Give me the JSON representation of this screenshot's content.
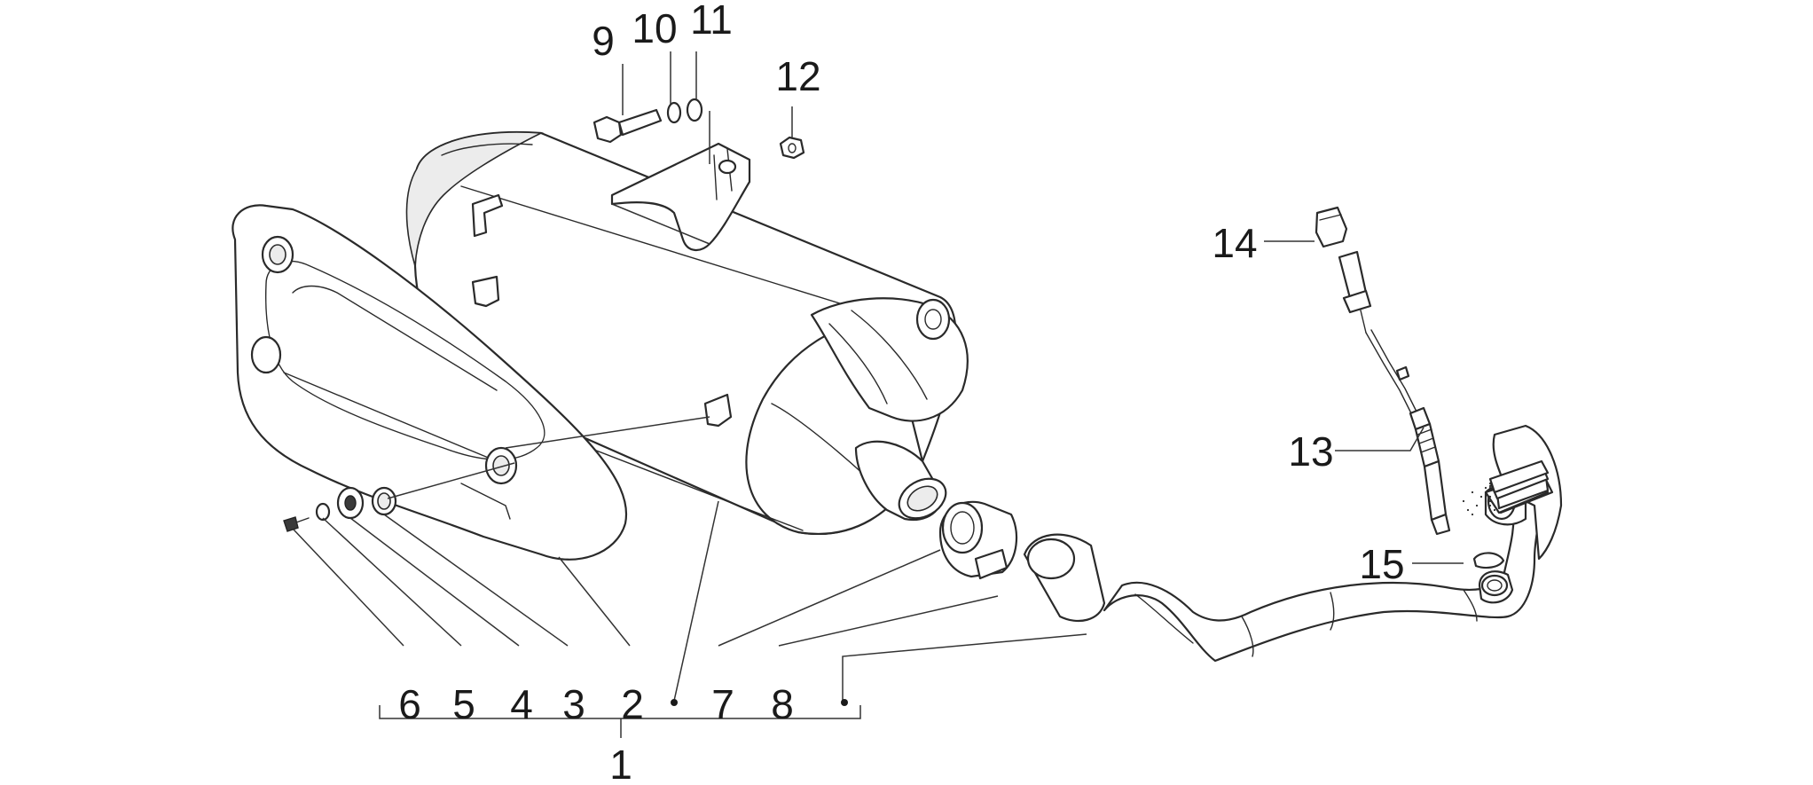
{
  "callouts": {
    "c1": "1",
    "c2": "2",
    "c3": "3",
    "c4": "4",
    "c5": "5",
    "c6": "6",
    "c7": "7",
    "c8": "8",
    "c9": "9",
    "c10": "10",
    "c11": "11",
    "c12": "12",
    "c13": "13",
    "c14": "14",
    "c15": "15"
  },
  "colors": {
    "line": "#2a2a2a",
    "background": "#ffffff"
  }
}
